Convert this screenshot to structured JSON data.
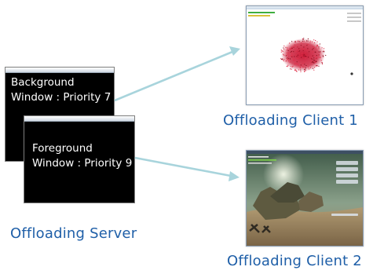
{
  "server": {
    "background_window": {
      "line1": "Background",
      "line2": "Window : Priority 7"
    },
    "foreground_window": {
      "line1": "Foreground",
      "line2": "Window : Priority 9"
    },
    "caption": "Offloading Server"
  },
  "client1": {
    "caption": "Offloading Client 1"
  },
  "client2": {
    "caption": "Offloading Client 2"
  },
  "colors": {
    "caption": "#1f5fa8",
    "arrow": "#a8d4dc",
    "window_bg": "#000000",
    "particles": "#c8102e"
  }
}
